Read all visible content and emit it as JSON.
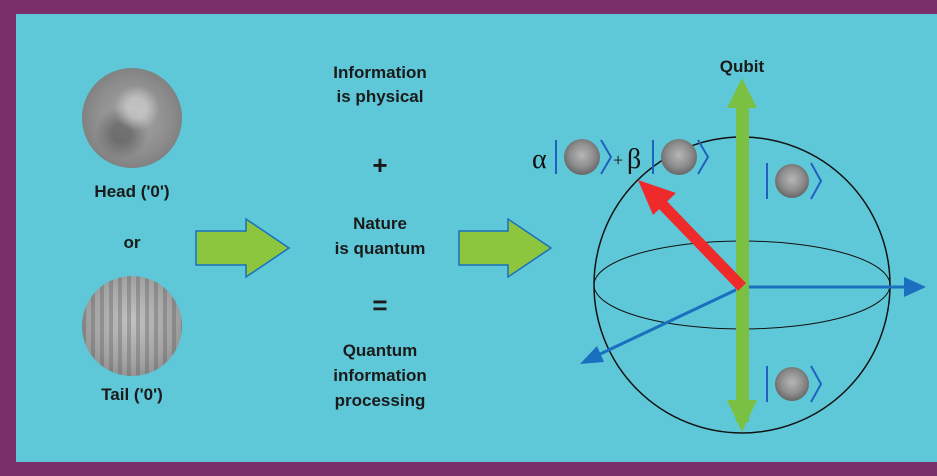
{
  "left": {
    "head_label": "Head ('0')",
    "or_label": "or",
    "tail_label": "Tail ('0')"
  },
  "middle": {
    "line1": "Information",
    "line2": "is physical",
    "plus": "+",
    "line3": "Nature",
    "line4": "is quantum",
    "equals": "=",
    "line5": "Quantum",
    "line6": "information",
    "line7": "processing"
  },
  "right": {
    "qubit_label": "Qubit",
    "alpha": "α",
    "beta": "β",
    "plus": "+"
  },
  "colors": {
    "frame": "#7a2f6b",
    "background": "#5ec8d8",
    "flow_arrow": "#8cc63f",
    "z_axis": "#7ac143",
    "state_arrow": "#ee2a2a",
    "xy_axes": "#1a6fbf",
    "ket": "#2060c0"
  },
  "icons": {
    "coin_head": "coin-head-icon",
    "coin_tail": "coin-tail-icon"
  }
}
